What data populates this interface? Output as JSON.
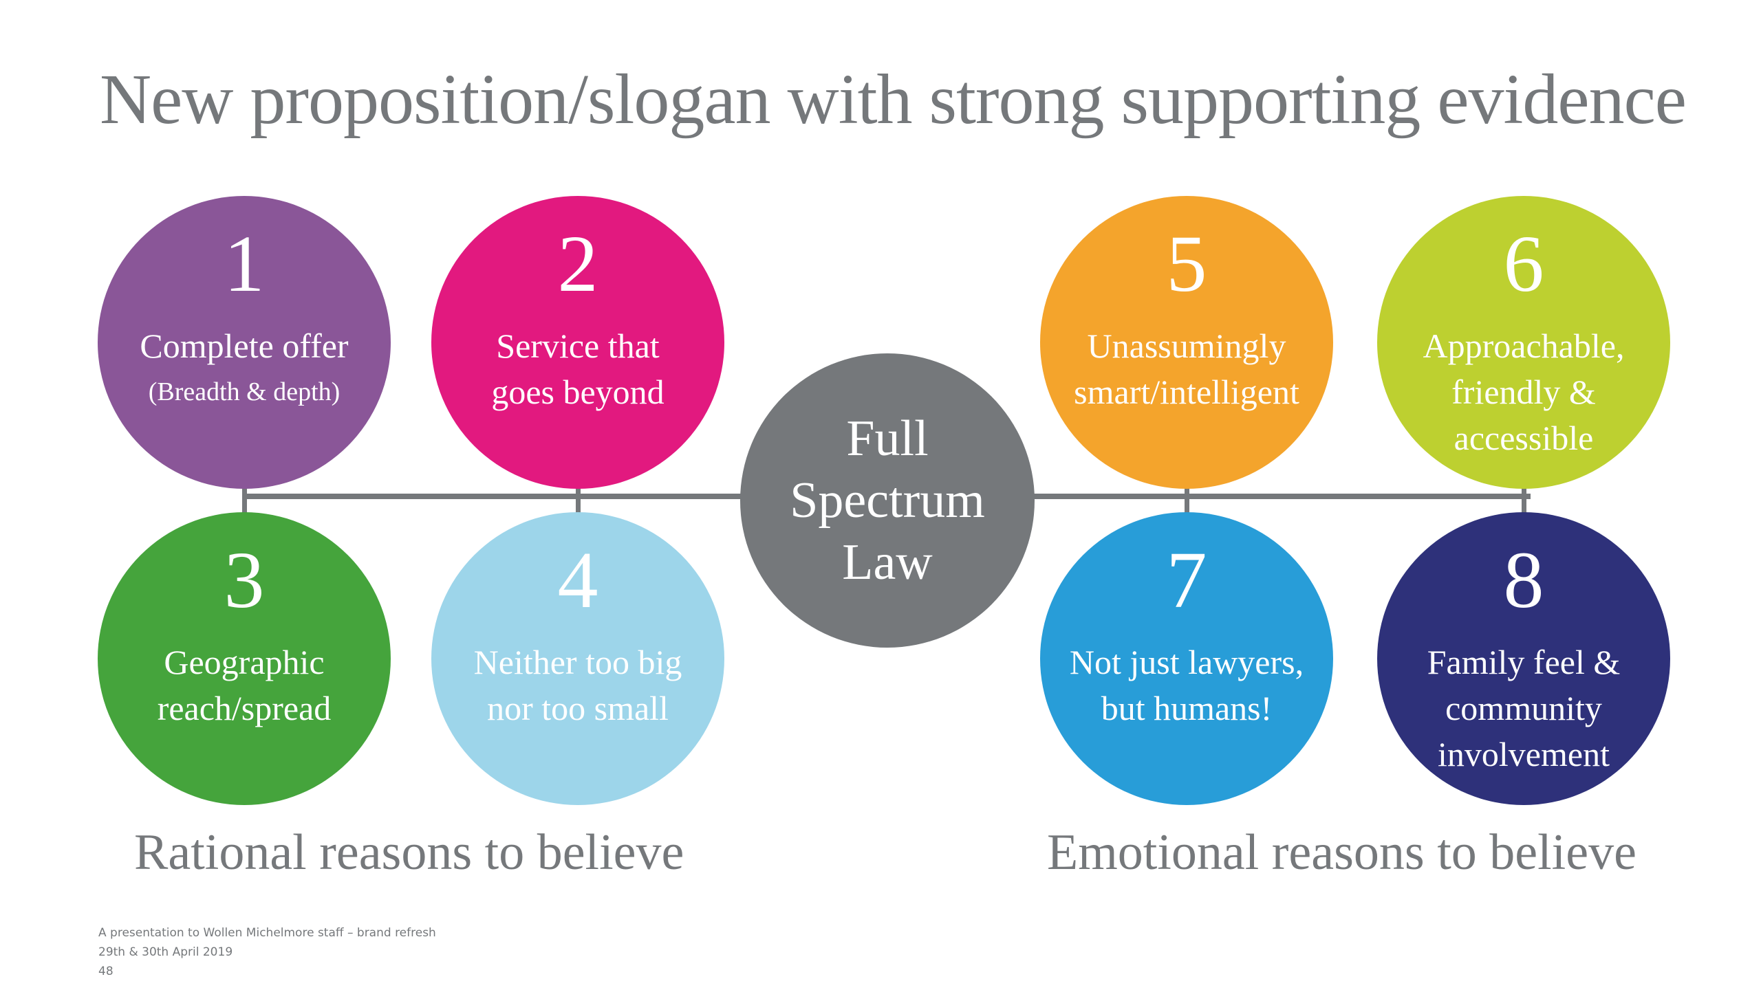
{
  "title": "New proposition/slogan with strong supporting evidence",
  "center": {
    "label": "Full Spectrum Law",
    "color": "#75787b"
  },
  "connector_color": "#75787b",
  "rational": {
    "label": "Rational reasons to believe",
    "items": [
      {
        "number": "1",
        "label": "Complete offer",
        "sublabel": "(Breadth & depth)",
        "color": "#8a5698"
      },
      {
        "number": "2",
        "label": "Service that goes beyond",
        "sublabel": "",
        "color": "#e2197f"
      },
      {
        "number": "3",
        "label": "Geographic reach/spread",
        "sublabel": "",
        "color": "#45a43c"
      },
      {
        "number": "4",
        "label": "Neither too big nor too small",
        "sublabel": "",
        "color": "#9dd5ea"
      }
    ]
  },
  "emotional": {
    "label": "Emotional reasons to believe",
    "items": [
      {
        "number": "5",
        "label": "Unassumingly smart/intelligent",
        "sublabel": "",
        "color": "#f4a42c"
      },
      {
        "number": "6",
        "label": "Approachable, friendly & accessible",
        "sublabel": "",
        "color": "#bdd030"
      },
      {
        "number": "7",
        "label": "Not just lawyers, but humans!",
        "sublabel": "",
        "color": "#289dd8"
      },
      {
        "number": "8",
        "label": "Family feel & community involvement",
        "sublabel": "",
        "color": "#2e317a"
      }
    ]
  },
  "footer": {
    "line1": "A presentation to Wollen Michelmore staff – brand refresh",
    "line2": "29th & 30th April 2019",
    "page_number": "48"
  }
}
